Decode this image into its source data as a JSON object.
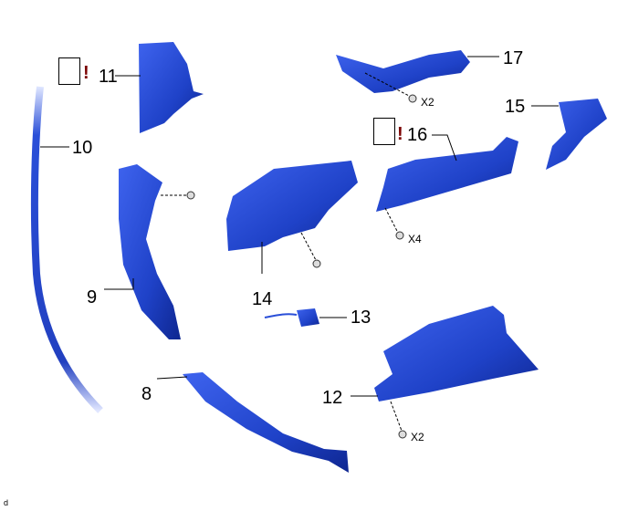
{
  "callouts": {
    "p8": "8",
    "p9": "9",
    "p10": "10",
    "p11": "11",
    "p12": "12",
    "p13": "13",
    "p14": "14",
    "p15": "15",
    "p16": "16",
    "p17": "17"
  },
  "quantities": {
    "q17": "X2",
    "q16": "X4",
    "q12": "X2"
  },
  "notice_mark": "!",
  "footer_code": "d",
  "colors": {
    "part": "#2a4fd8",
    "part_dark": "#0f2a9e",
    "notice": "#7a0000"
  }
}
